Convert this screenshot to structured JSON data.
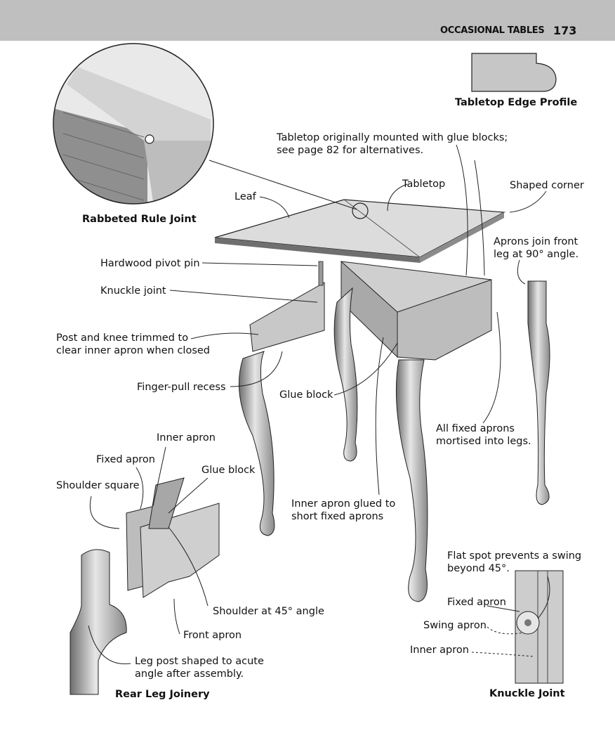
{
  "header": {
    "section": "OCCASIONAL TABLES",
    "page_number": "173"
  },
  "captions": {
    "rabbeted_rule_joint": "Rabbeted Rule Joint",
    "tabletop_edge_profile": "Tabletop Edge Profile",
    "rear_leg_joinery": "Rear Leg Joinery",
    "knuckle_joint": "Knuckle Joint"
  },
  "labels": {
    "tabletop_note": "Tabletop originally mounted with glue blocks;\nsee page 82 for alternatives.",
    "tabletop": "Tabletop",
    "shaped_corner": "Shaped corner",
    "leaf": "Leaf",
    "aprons_join_front": "Aprons join front\nleg at 90° angle.",
    "hardwood_pivot_pin": "Hardwood pivot pin",
    "knuckle_joint": "Knuckle joint",
    "post_and_knee": "Post and knee trimmed to\nclear inner apron when closed",
    "finger_pull_recess": "Finger-pull recess",
    "glue_block_main": "Glue block",
    "all_fixed_aprons": "All fixed aprons\nmortised into legs.",
    "inner_apron_top": "Inner apron",
    "fixed_apron_top": "Fixed apron",
    "glue_block_detail": "Glue block",
    "shoulder_square": "Shoulder square",
    "inner_apron_glued": "Inner apron glued to\nshort fixed aprons",
    "flat_spot": "Flat spot prevents a swing\nbeyond 45°.",
    "fixed_apron_knuckle": "Fixed apron",
    "swing_apron": "Swing apron",
    "inner_apron_knuckle": "Inner apron",
    "shoulder_45": "Shoulder at 45° angle",
    "front_apron": "Front apron",
    "leg_post_shaped": "Leg post shaped to acute\nangle after assembly."
  }
}
